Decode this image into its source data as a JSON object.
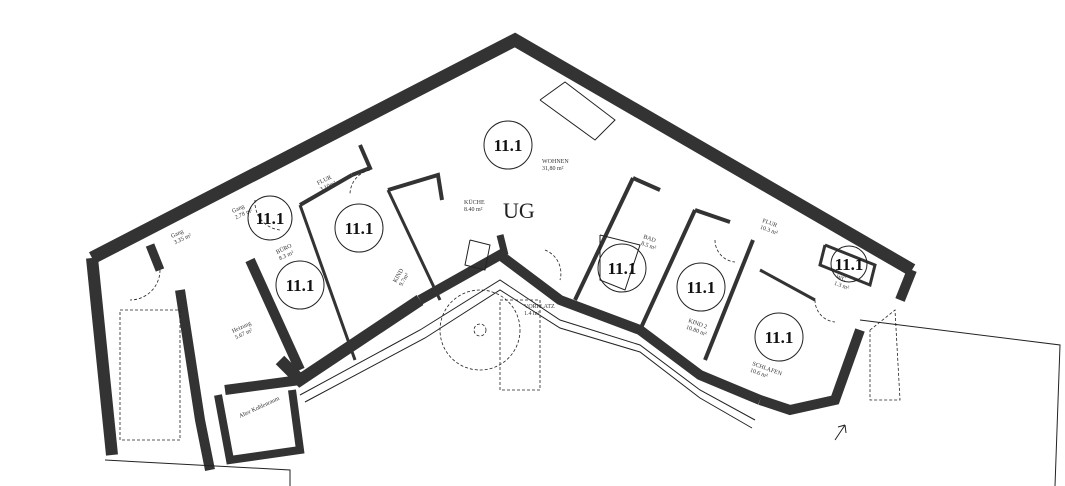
{
  "plan": {
    "level_label": "UG",
    "marker_label": "11.1",
    "rooms": [
      {
        "name": "WOHNEN",
        "area": "31,80 m²"
      },
      {
        "name": "KÜCHE",
        "area": "8.40 m²"
      },
      {
        "name": "Gang",
        "area": "3.35 m²"
      },
      {
        "name": "Gang",
        "area": "2.78 m²"
      },
      {
        "name": "FLUR",
        "area": "3.10m²"
      },
      {
        "name": "BÜRO",
        "area": "8.3 m²"
      },
      {
        "name": "KIND",
        "area": "9.7m²"
      },
      {
        "name": "Heizung",
        "area": "5.67 m²"
      },
      {
        "name": "Alter Kohlenraum",
        "area": ""
      },
      {
        "name": "VORPLATZ",
        "area": "1.4 m²"
      },
      {
        "name": "BAD",
        "area": "8.5 m²"
      },
      {
        "name": "FLUR",
        "area": "10.3 m²"
      },
      {
        "name": "WC",
        "area": "1.3 m²"
      },
      {
        "name": "KIND 2",
        "area": "10.80 m²"
      },
      {
        "name": "SCHLAFEN",
        "area": "10.6 m²"
      }
    ],
    "wall_color": "#333333"
  }
}
